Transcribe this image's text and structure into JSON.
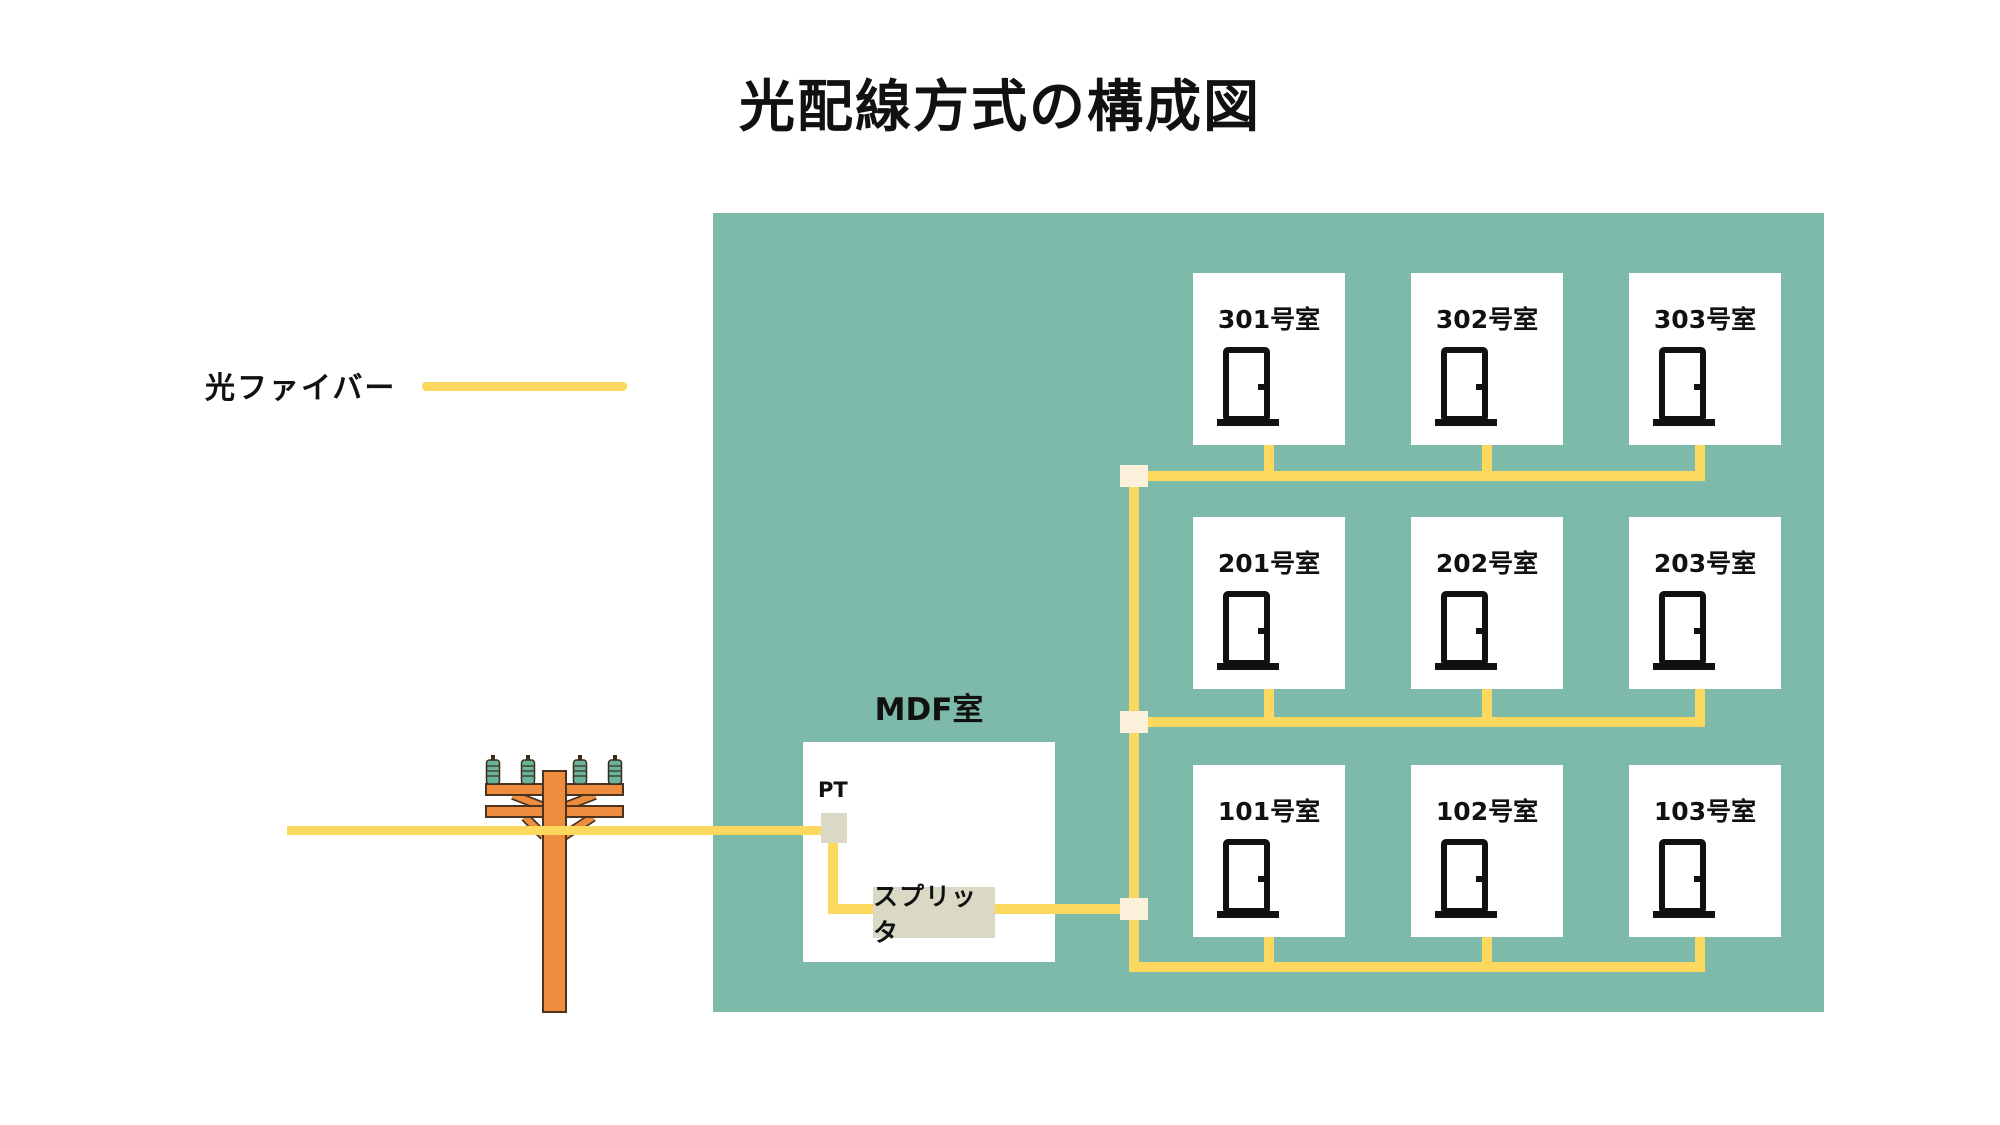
{
  "title": "光配線方式の構成図",
  "legend": {
    "label": "光ファイバー"
  },
  "mdf": {
    "room_label": "MDF室",
    "pt_label": "PT",
    "splitter_label": "スプリッタ"
  },
  "rooms": [
    {
      "label": "301号室"
    },
    {
      "label": "302号室"
    },
    {
      "label": "303号室"
    },
    {
      "label": "201号室"
    },
    {
      "label": "202号室"
    },
    {
      "label": "203号室"
    },
    {
      "label": "101号室"
    },
    {
      "label": "102号室"
    },
    {
      "label": "103号室"
    }
  ],
  "colors": {
    "background": "#ffffff",
    "building": "#7dbaaa",
    "room": "#ffffff",
    "fiber": "#fcd95e",
    "junction": "#fbf0da",
    "equipment": "#d9d9c5",
    "pole_fill": "#ed8d3d",
    "pole_outline": "#4a3420",
    "insulator": "#6ab39b",
    "insulator_cap": "#3a2a1a",
    "ink": "#111111"
  }
}
